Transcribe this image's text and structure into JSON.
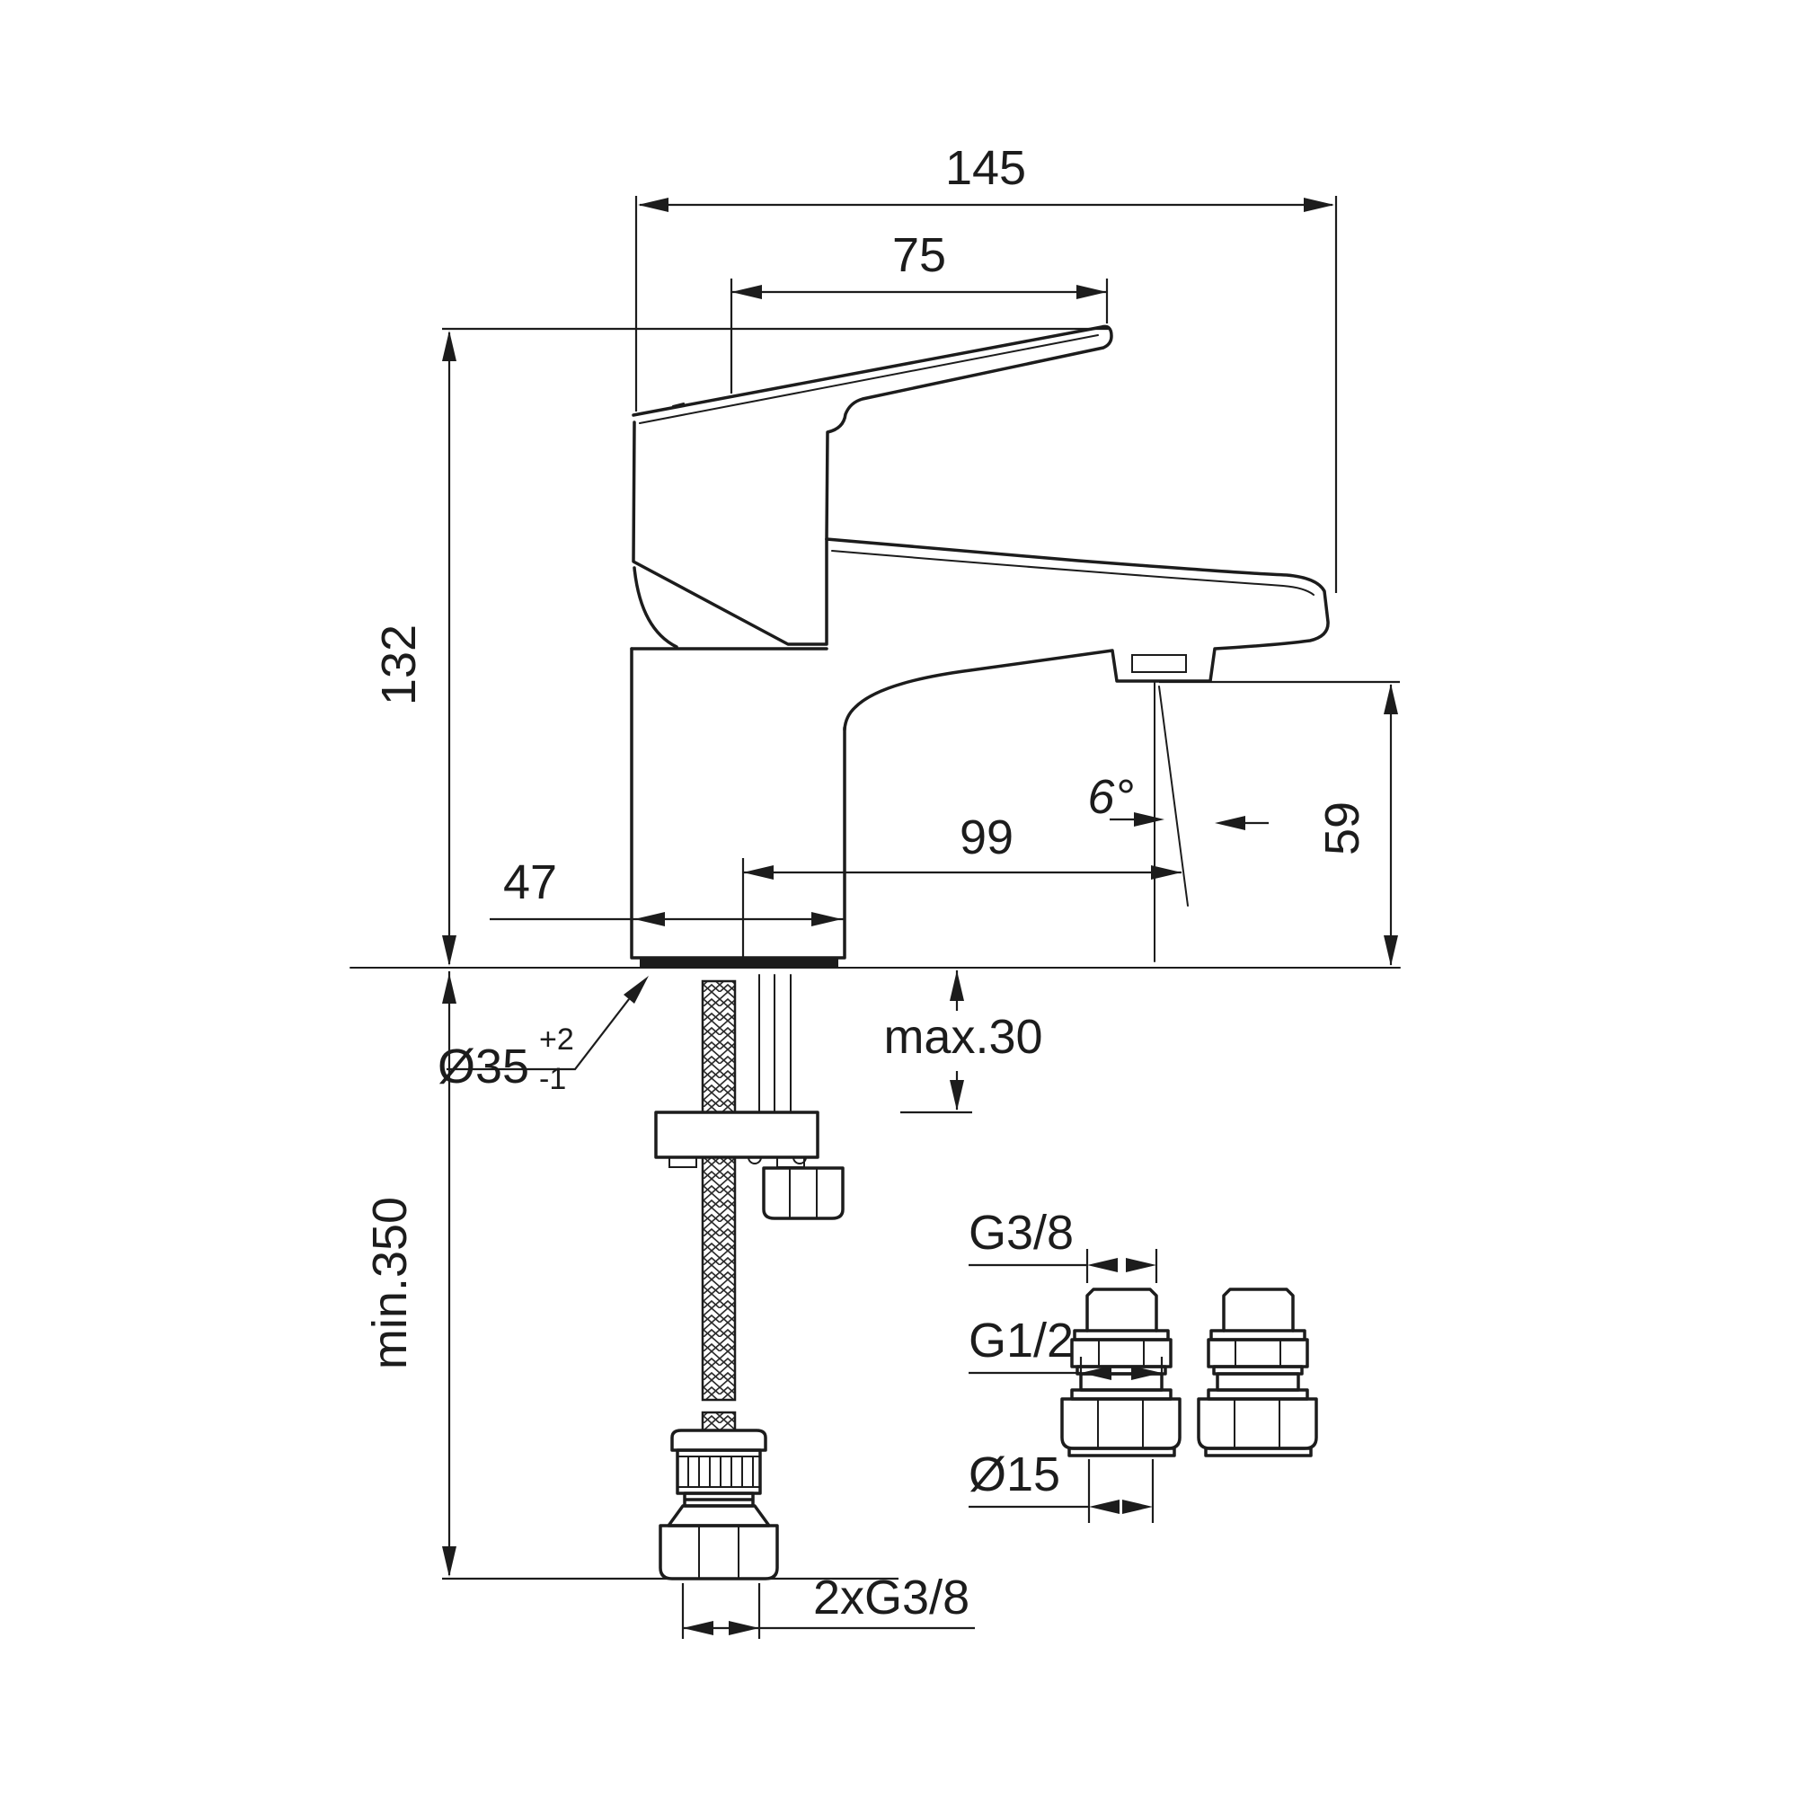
{
  "drawing": {
    "type": "technical-dimension-drawing",
    "subject": "single-lever basin mixer tap, side elevation with flexible supply hose and two compression adapter fittings",
    "units": "mm",
    "colors": {
      "line": "#1c1c1c",
      "background": "#ffffff"
    },
    "dimensions": {
      "overall_width": "145",
      "handle_length": "75",
      "height_to_handle_tip": "132",
      "spout_reach": "99",
      "body_depth": "47",
      "spout_outlet_height": "59",
      "spout_angle": "6°",
      "deck_thickness": "max.30",
      "mounting_hole_diameter": "Ø35",
      "mounting_hole_tolerance_plus": "+2",
      "mounting_hole_tolerance_minus": "-1",
      "hose_length": "min.350",
      "hose_connections": "2xG3/8",
      "fitting_thread_top": "G3/8",
      "fitting_thread_middle": "G1/2",
      "fitting_pipe_diameter": "Ø15"
    }
  }
}
